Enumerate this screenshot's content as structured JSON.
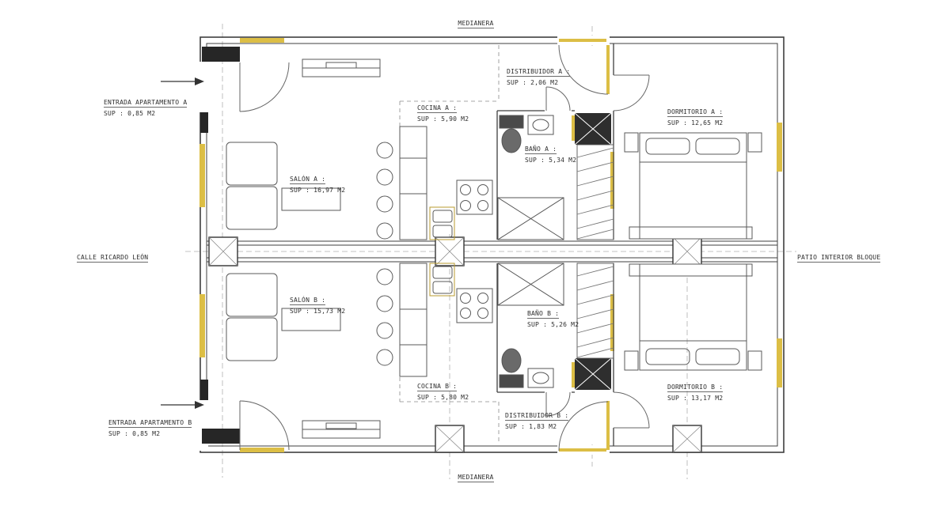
{
  "boundary_labels": {
    "medianera_top": "MEDIANERA",
    "medianera_bottom": "MEDIANERA",
    "street": "CALLE RICARDO LEÓN",
    "patio": "PATIO INTERIOR BLOQUE"
  },
  "entrances": {
    "a": {
      "label": "ENTRADA APARTAMENTO A",
      "area": "SUP : 0,85 M2"
    },
    "b": {
      "label": "ENTRADA APARTAMENTO B",
      "area": "SUP : 0,85 M2"
    }
  },
  "rooms": {
    "distribuidor_a": {
      "label": "DISTRIBUIDOR A :",
      "area": "SUP : 2,06 M2"
    },
    "cocina_a": {
      "label": "COCINA A :",
      "area": "SUP : 5,90 M2"
    },
    "bano_a": {
      "label": "BAÑO A :",
      "area": "SUP : 5,34 M2"
    },
    "salon_a": {
      "label": "SALÓN A :",
      "area": "SUP : 16,97 M2"
    },
    "dormitorio_a": {
      "label": "DORMITORIO A :",
      "area": "SUP : 12,65 M2"
    },
    "salon_b": {
      "label": "SALÓN B :",
      "area": "SUP : 15,73 M2"
    },
    "bano_b": {
      "label": "BAÑO B :",
      "area": "SUP : 5,26 M2"
    },
    "cocina_b": {
      "label": "COCINA B :",
      "area": "SUP : 5,80 M2"
    },
    "dormitorio_b": {
      "label": "DORMITORIO B :",
      "area": "SUP : 13,17 M2"
    },
    "distribuidor_b": {
      "label": "DISTRIBUIDOR B :",
      "area": "SUP : 1,83 M2"
    }
  },
  "colors": {
    "wall_line": "#3f3f3f",
    "detail_line": "#5a5a5a",
    "carpentry_accent": "#dcbe45",
    "solid_fill": "#262626"
  }
}
